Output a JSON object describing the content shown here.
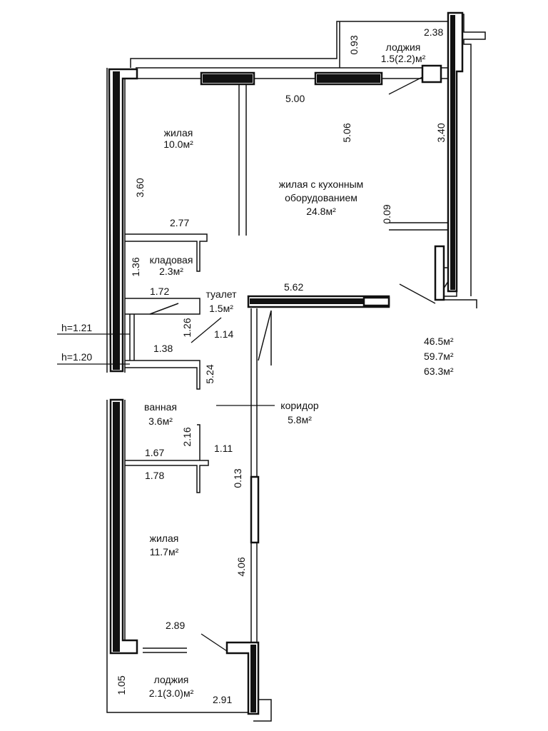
{
  "rooms": {
    "loggia_top": {
      "name": "лоджия",
      "area": "1.5(2.2)м²"
    },
    "living_1": {
      "name": "жилая",
      "area": "10.0м²"
    },
    "living_kitchen": {
      "name_line1": "жилая с кухонным",
      "name_line2": "оборудованием",
      "area": "24.8м²"
    },
    "storage": {
      "name": "кладовая",
      "area": "2.3м²"
    },
    "toilet": {
      "name": "туалет",
      "area": "1.5м²"
    },
    "bathroom": {
      "name": "ванная",
      "area": "3.6м²"
    },
    "corridor": {
      "name": "коридор",
      "area": "5.8м²"
    },
    "living_2": {
      "name": "жилая",
      "area": "11.7м²"
    },
    "loggia_bottom": {
      "name": "лоджия",
      "area": "2.1(3.0)м²"
    }
  },
  "dimensions": {
    "d_093": "0.93",
    "d_238": "2.38",
    "d_500": "5.00",
    "d_506": "5.06",
    "d_340": "3.40",
    "d_360": "3.60",
    "d_009": "0.09",
    "d_277": "2.77",
    "d_136": "1.36",
    "d_172": "1.72",
    "d_562": "5.62",
    "d_126": "1.26",
    "d_114": "1.14",
    "d_138": "1.38",
    "d_524": "5.24",
    "d_216": "2.16",
    "d_111": "1.11",
    "d_167": "1.67",
    "d_178": "1.78",
    "d_013": "0.13",
    "d_406": "4.06",
    "d_289": "2.89",
    "d_105": "1.05",
    "d_291": "2.91"
  },
  "heights": {
    "h1": "h=1.21",
    "h2": "h=1.20"
  },
  "totals": {
    "living": "46.5м²",
    "total": "59.7м²",
    "total_with_loggias": "63.3м²"
  }
}
